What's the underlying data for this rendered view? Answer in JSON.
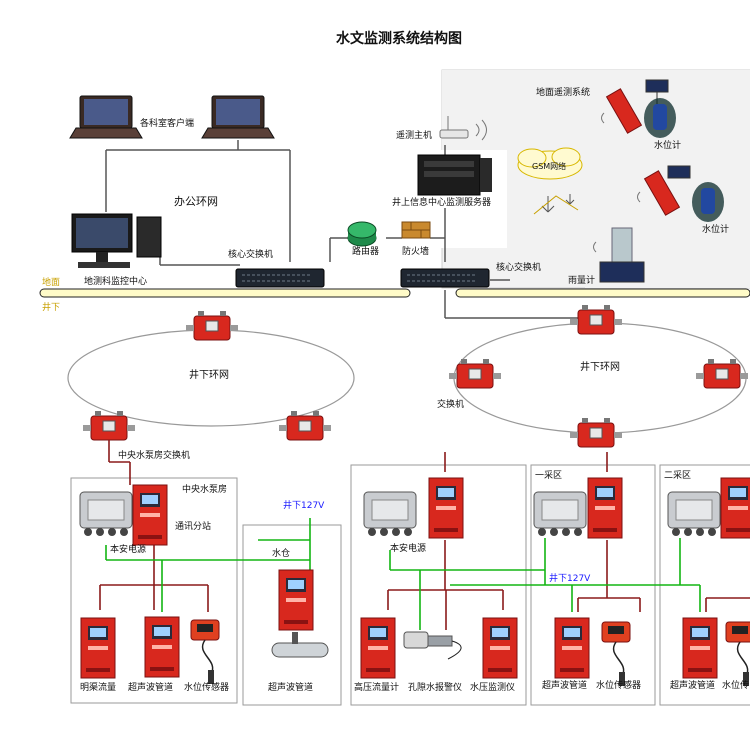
{
  "title": "水文监测系统结构图",
  "labels": {
    "client_pcs": "各科室客户端",
    "office_network": "办公环网",
    "survey_center": "地测科监控中心",
    "core_switch_left": "核心交换机",
    "core_switch_right": "核心交换机",
    "router": "路由器",
    "firewall": "防火墙",
    "server": "井上信息中心监测服务器",
    "remote_host": "遥测主机",
    "remote_system": "地面遥测系统",
    "gsm_network": "GSM网络",
    "water_level_meter_1": "水位计",
    "water_level_meter_2": "水位计",
    "rain_gauge": "雨量计",
    "ground": "地面",
    "underground": "井下",
    "ring_left": "井下环网",
    "ring_right": "井下环网",
    "central_pump_switch": "中央水泵房交换机",
    "switch": "交换机",
    "central_pump_room": "中央水泵房",
    "comm_substation": "通讯分站",
    "safety_power_1": "本安电源",
    "safety_power_2": "本安电源",
    "underground_127v_1": "井下127V",
    "underground_127v_2": "井下127V",
    "sump": "水仓",
    "mining_area_1": "一采区",
    "mining_area_2": "二采区",
    "open_channel_flow": "明渠流量",
    "ultrasonic_pipe_1": "超声波管道",
    "water_level_sensor_1": "水位传感器",
    "ultrasonic_pipe_2": "超声波管道",
    "high_pressure_flow": "高压流量计",
    "borehole_alarm": "孔隙水报警仪",
    "water_pressure_monitor": "水压监测仪",
    "ultrasonic_pipe_3": "超声波管道",
    "water_level_sensor_2": "水位传感器",
    "ultrasonic_pipe_4": "超声波管道",
    "water_level_sensor_3": "水位传"
  },
  "colors": {
    "device_red": "#d8281e",
    "rail_yellow": "#fffbc8",
    "ground_label": "#c8a000",
    "power_line": "#13b513",
    "signal_line": "#8b1a1a",
    "voltage_text": "#1a1aff"
  }
}
